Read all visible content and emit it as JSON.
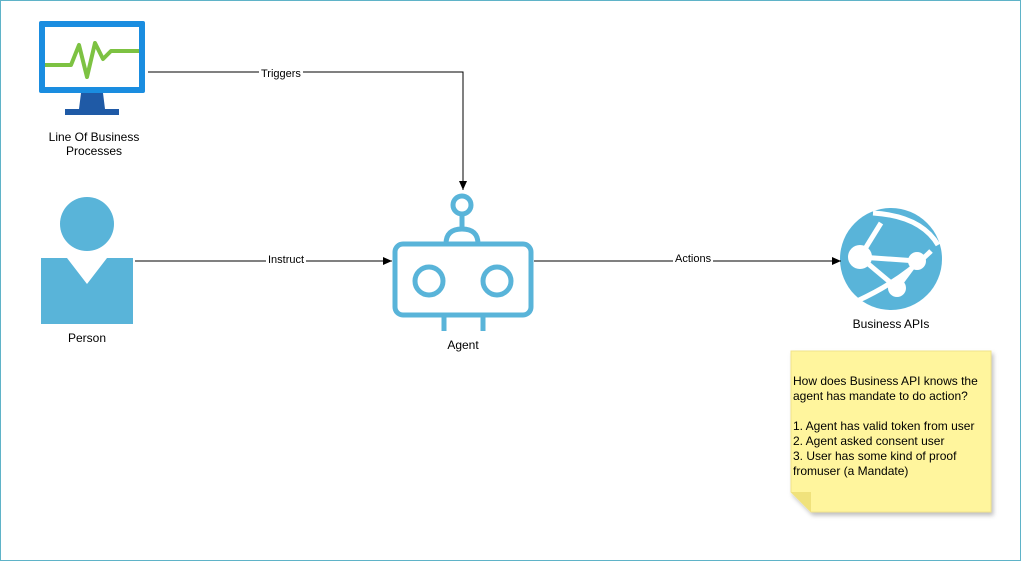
{
  "nodes": {
    "lob": {
      "label_line1": "Line Of Business",
      "label_line2": "Processes"
    },
    "person": {
      "label": "Person"
    },
    "agent": {
      "label": "Agent"
    },
    "apis": {
      "label": "Business APIs"
    }
  },
  "edges": {
    "triggers": "Triggers",
    "instruct": "Instruct",
    "actions": "Actions"
  },
  "note": {
    "text": "How does Business API knows the agent has mandate to do action?\n\n1. Agent has valid token from user\n2. Agent asked consent user\n3. User has some kind of proof fromuser (a Mandate)"
  },
  "colors": {
    "icon_blue": "#59b4d9",
    "monitor_stand": "#1f5aa6",
    "monitor_frame": "#1a8de0",
    "pulse_green": "#7dc242",
    "note_fill": "#fff59d",
    "border": "#5fb3c8"
  },
  "icons": [
    "monitor-icon",
    "person-icon",
    "robot-icon",
    "web-app-icon"
  ]
}
